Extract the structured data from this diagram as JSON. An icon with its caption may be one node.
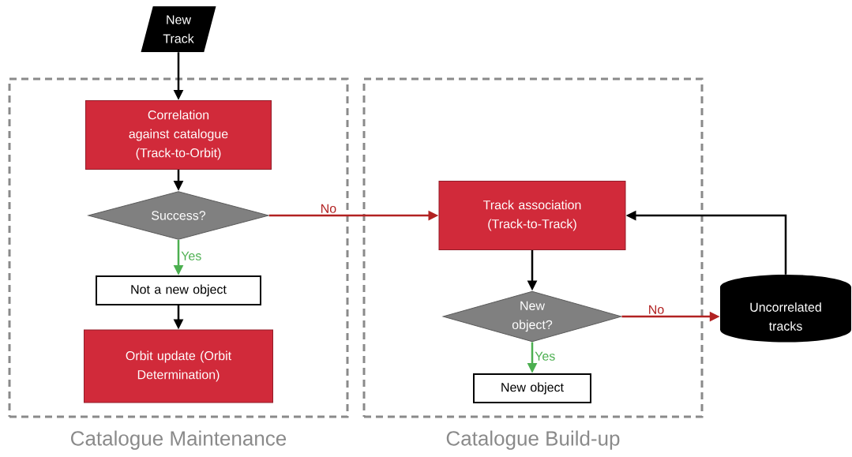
{
  "diagram": {
    "nodes": [
      {
        "text": [
          "New Track"
        ]
      },
      {
        "text": [
          "Catalogue Maintenance"
        ]
      },
      {
        "text": [
          "Correlation against catalogue (Track-to-Orbit)"
        ],
        "in": 1
      },
      {
        "text": [
          "Success?"
        ],
        "in": 1
      },
      {
        "text": [
          "Not a new object"
        ],
        "in": 1
      },
      {
        "text": [
          "Orbit update (Orbit Determination)"
        ],
        "in": 1
      },
      {
        "text": [
          "Catalogue Build-up"
        ]
      },
      {
        "text": [
          "Track association (Track-to-Track)"
        ],
        "in": 6
      },
      {
        "text": [
          "New object?"
        ],
        "in": 6
      },
      {
        "text": [
          "New object"
        ],
        "in": 6
      },
      {
        "text": [
          "Uncorrelated tracks"
        ]
      }
    ],
    "edges": [
      {
        "from": 0,
        "to": 2,
        "arrow": "to"
      },
      {
        "from": 2,
        "to": 3,
        "arrow": "to"
      },
      {
        "from": 3,
        "to": 4,
        "arrow": "to",
        "label": "Yes",
        "color": "#4caf50"
      },
      {
        "from": 4,
        "to": 5,
        "arrow": "to"
      },
      {
        "from": 3,
        "to": 7,
        "arrow": "to",
        "label": "No",
        "color": "#b22222"
      },
      {
        "from": 7,
        "to": 8,
        "arrow": "to"
      },
      {
        "from": 8,
        "to": 9,
        "arrow": "to",
        "label": "Yes",
        "color": "#4caf50"
      },
      {
        "from": 8,
        "to": 10,
        "arrow": "to",
        "label": "No",
        "color": "#b22222"
      },
      {
        "from": 10,
        "to": 7,
        "arrow": "to"
      }
    ]
  }
}
